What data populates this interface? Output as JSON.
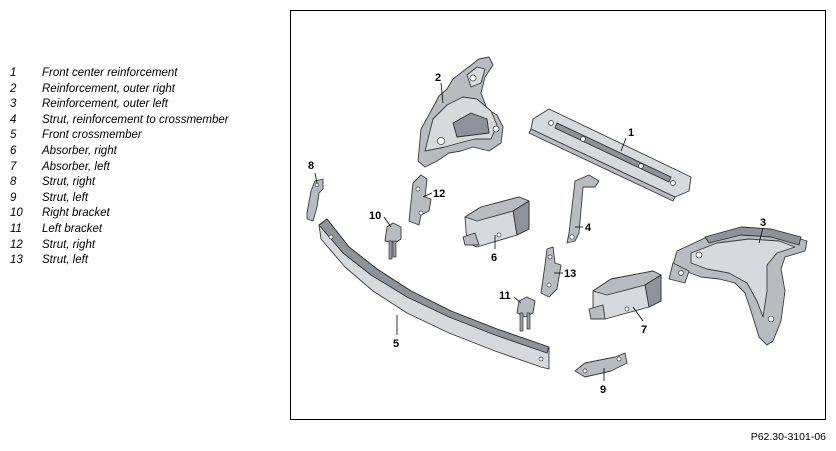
{
  "legend": [
    {
      "number": "1",
      "label": "Front center reinforcement"
    },
    {
      "number": "2",
      "label": "Reinforcement, outer right"
    },
    {
      "number": "3",
      "label": "Reinforcement, outer left"
    },
    {
      "number": "4",
      "label": "Strut, reinforcement to crossmember"
    },
    {
      "number": "5",
      "label": "Front crossmember"
    },
    {
      "number": "6",
      "label": "Absorber, right"
    },
    {
      "number": "7",
      "label": "Absorber, left"
    },
    {
      "number": "8",
      "label": "Strut, right"
    },
    {
      "number": "9",
      "label": "Strut, left"
    },
    {
      "number": "10",
      "label": "Right bracket"
    },
    {
      "number": "11",
      "label": "Left bracket"
    },
    {
      "number": "12",
      "label": "Strut, right"
    },
    {
      "number": "13",
      "label": "Strut, left"
    }
  ],
  "callouts": {
    "c1": "1",
    "c2": "2",
    "c3": "3",
    "c4": "4",
    "c5": "5",
    "c6": "6",
    "c7": "7",
    "c8": "8",
    "c9": "9",
    "c10": "10",
    "c11": "11",
    "c12": "12",
    "c13": "13"
  },
  "figure_reference": "P62.30-3101-06",
  "colors": {
    "frame": "#000000",
    "part_light": "#d7dadd",
    "part_mid": "#b8bcc1",
    "part_dark": "#8e9399"
  }
}
